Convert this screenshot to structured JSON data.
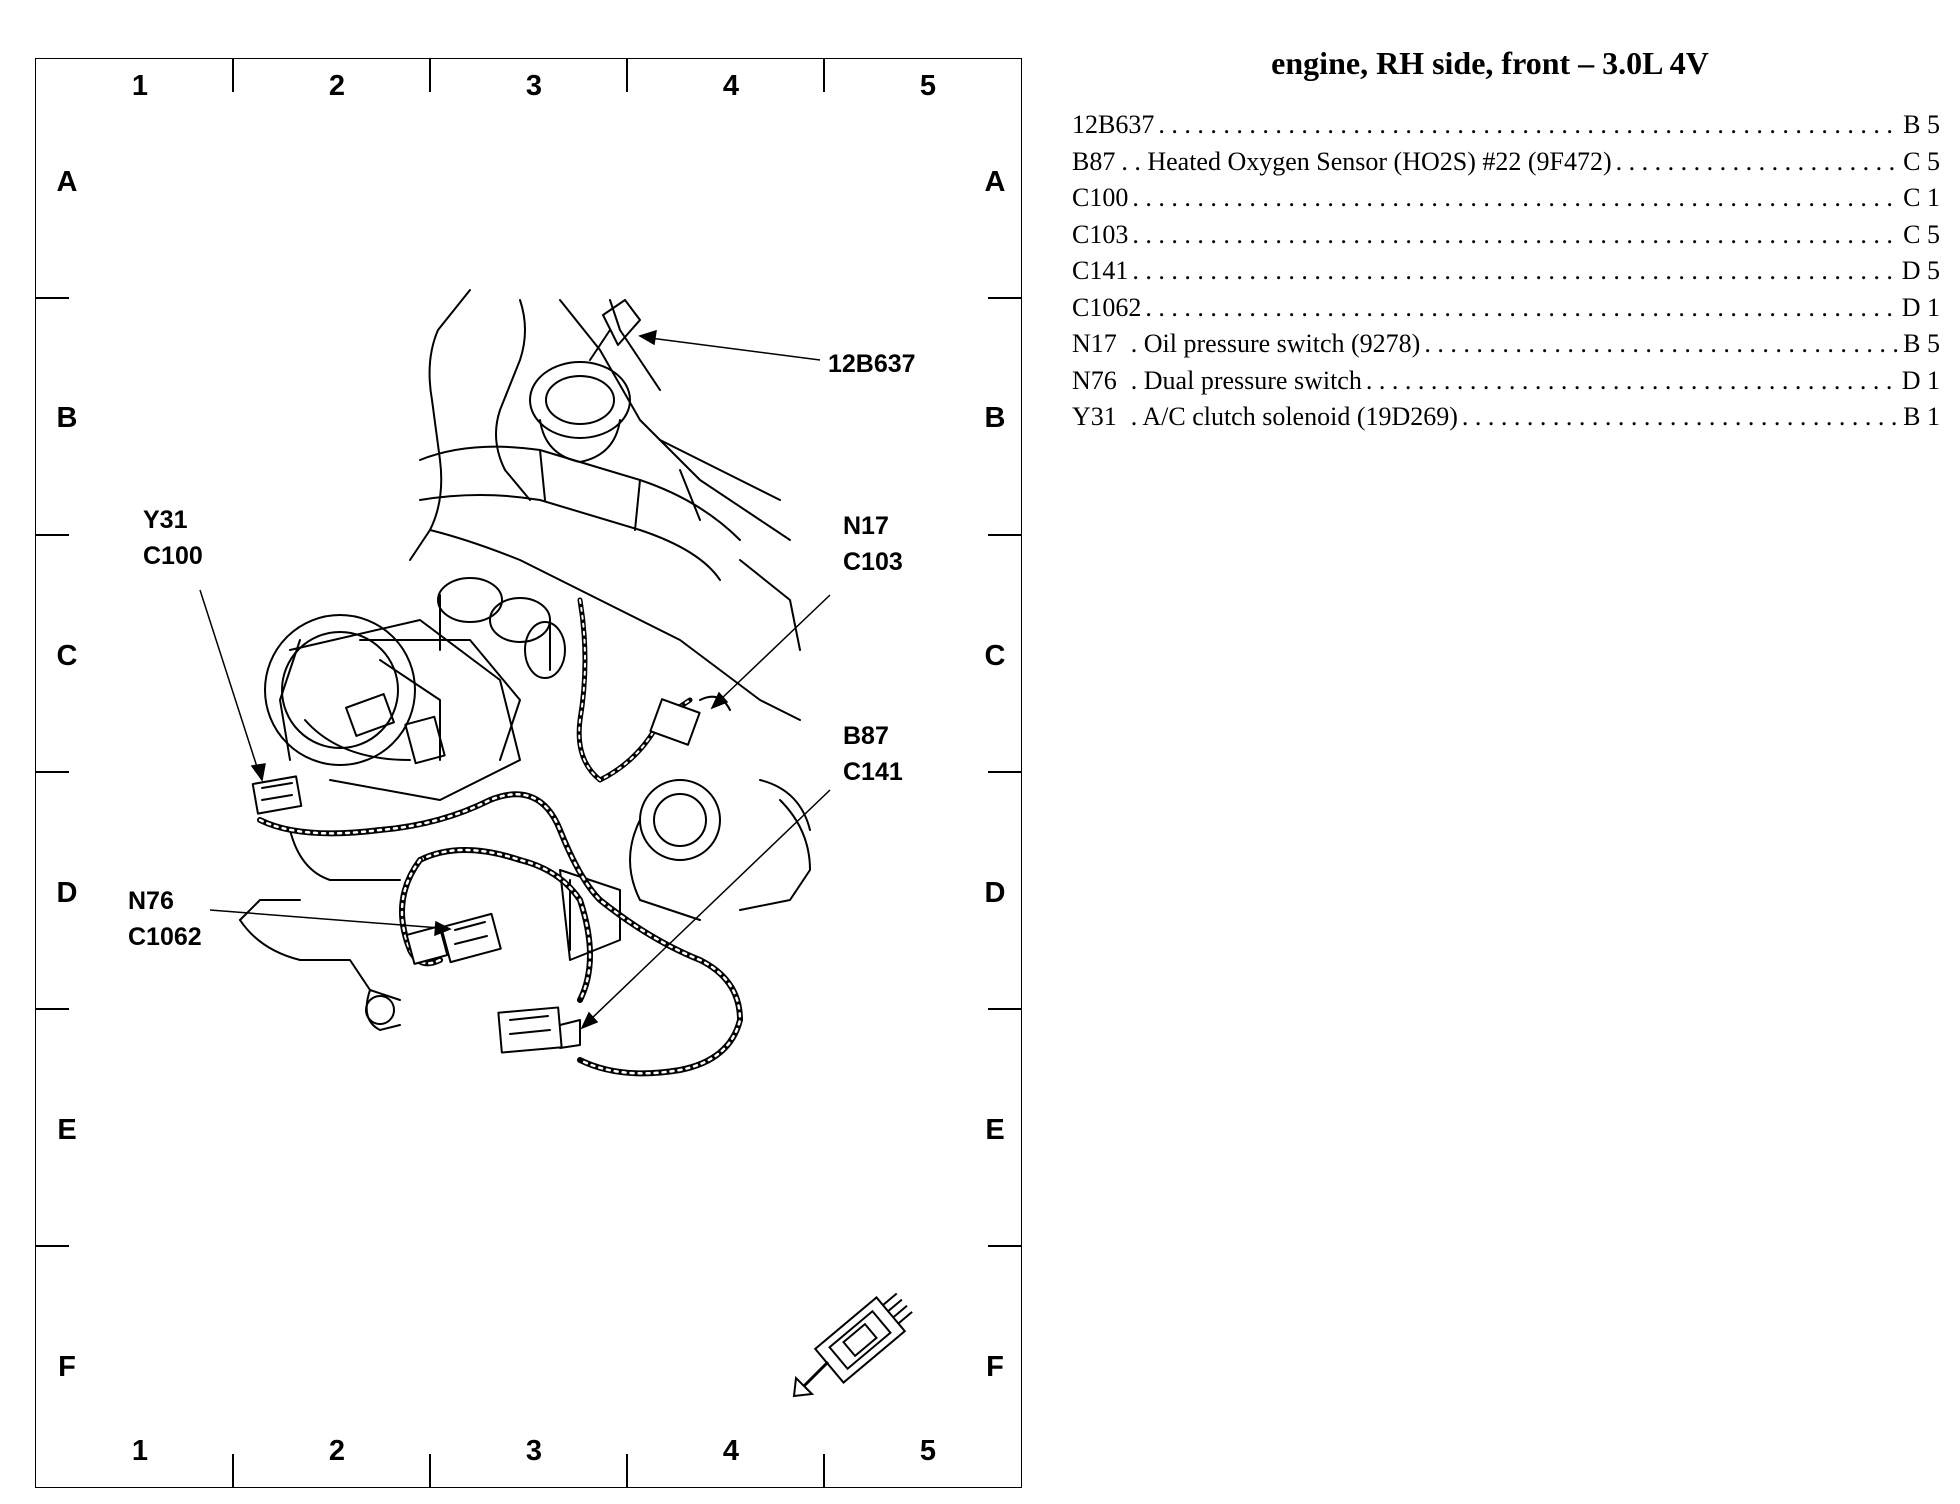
{
  "title": "engine, RH side, front – 3.0L 4V",
  "grid": {
    "columns": [
      "1",
      "2",
      "3",
      "4",
      "5"
    ],
    "rows": [
      "A",
      "B",
      "C",
      "D",
      "E",
      "F"
    ]
  },
  "callouts": {
    "c12b637": "12B637",
    "y31": "Y31",
    "c100": "C100",
    "n17": "N17",
    "c103": "C103",
    "b87": "B87",
    "c141": "C141",
    "n76": "N76",
    "c1062": "C1062"
  },
  "legend": [
    {
      "code": "12B637",
      "desc": "",
      "loc": "B 5"
    },
    {
      "code": "B87",
      "desc": ". .  Heated Oxygen Sensor (HO2S) #22 (9F472)",
      "loc": "C 5"
    },
    {
      "code": "C100",
      "desc": "",
      "loc": "C 1"
    },
    {
      "code": "C103",
      "desc": "",
      "loc": "C 5"
    },
    {
      "code": "C141",
      "desc": "",
      "loc": "D 5"
    },
    {
      "code": "C1062",
      "desc": "",
      "loc": "D 1"
    },
    {
      "code": "N17",
      "desc": ".  Oil pressure switch (9278)",
      "loc": "B 5"
    },
    {
      "code": "N76",
      "desc": ".  Dual pressure switch",
      "loc": "D 1"
    },
    {
      "code": "Y31",
      "desc": ".  A/C clutch solenoid (19D269)",
      "loc": "B 1"
    }
  ]
}
